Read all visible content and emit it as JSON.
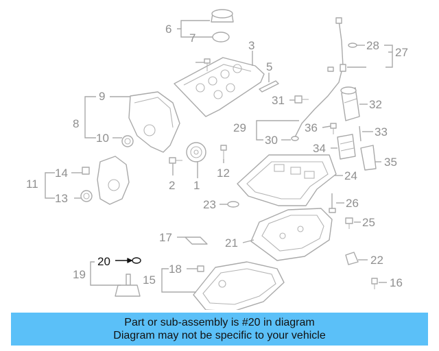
{
  "callouts": {
    "c1": "1",
    "c2": "2",
    "c3": "3",
    "c5": "5",
    "c6": "6",
    "c7": "7",
    "c8": "8",
    "c9": "9",
    "c10": "10",
    "c11": "11",
    "c12": "12",
    "c13": "13",
    "c14": "14",
    "c15": "15",
    "c16": "16",
    "c17": "17",
    "c18": "18",
    "c19": "19",
    "c20": "20",
    "c21": "21",
    "c22": "22",
    "c23": "23",
    "c24": "24",
    "c25": "25",
    "c26": "26",
    "c27": "27",
    "c28": "28",
    "c29": "29",
    "c30": "30",
    "c31": "31",
    "c32": "32",
    "c33": "33",
    "c34": "34",
    "c35": "35",
    "c36": "36"
  },
  "highlight_part": "20",
  "highlight_color": "#111111",
  "callout_color": "#8f8f8f",
  "banner": {
    "line1": "Part or sub-assembly is #20 in diagram",
    "line2": "Diagram may not be specific to your vehicle",
    "background": "#5bc0f8"
  }
}
